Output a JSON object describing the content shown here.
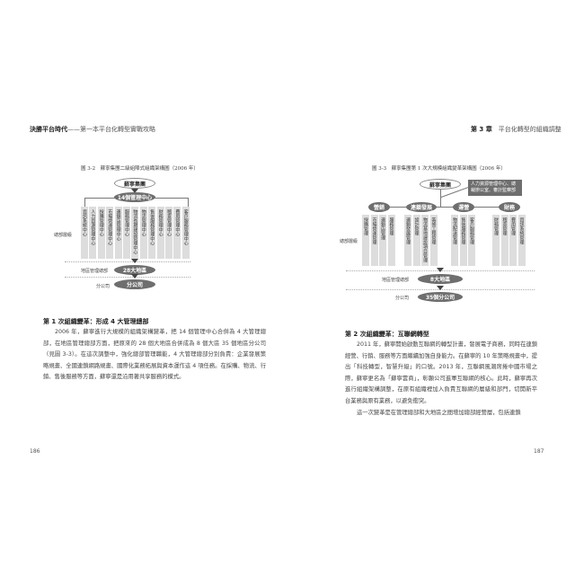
{
  "left_page": {
    "header_title": "決勝平台時代",
    "header_sub": "——第一本平台化轉型實戰攻略",
    "figure": {
      "caption": "圖 3-2　蘇寧集團二級組陣式組織架構圖（2006 年）",
      "top": "蘇寧集團",
      "center": "14個管理中心",
      "columns": [
        "資訊系統中心",
        "人力資源管理中心",
        "採購管理中心",
        "市場營運管理中心",
        "連鎖店管理中心",
        "服務管理中心",
        "物流長期建設管理中心",
        "物流管理中心",
        "售後服務管理中心",
        "財務管理中心",
        "稽查管理中心",
        "費用管理中心",
        "客戶服務管理中心"
      ],
      "level_hq": "總部層級",
      "level_region": "地區管理總部",
      "region": "28大地區",
      "level_branch": "分公司",
      "branch": "分公司"
    },
    "heading": "第 1 次組織變革：形成 4 大管理總部",
    "paragraphs": [
      "2006 年，蘇寧進行大規模的組織架構變革，把 14 個管理中心合併為 4 大管理總部，在地區管理總部方面，把原來的 28 個大地區合併成為 8 個大區 35 個地區分公司（見圖 3-3）。在這次調整中，強化總部管理職能，4 大管理總部分別負責：企業發展策略規畫、全國連鎖網路規畫、國際化業務拓展與資本運作這 4 項任務。在採購、物流、行銷、售後服務等方面，蘇寧還是沿用著共享服務的模式。"
    ],
    "page_number": "186"
  },
  "right_page": {
    "header_chapter": "第 3 章",
    "header_title": "平台化轉型的組織調整",
    "figure": {
      "caption": "圖 3-3　蘇寧集團第 1 次大規模組織變革架構圖（2006 年）",
      "top": "蘇寧集團",
      "side_box": "人力資源管理中心、總裁辦公室、審計監察部",
      "groups": [
        {
          "name": "營銷",
          "columns": [
            "採購管理",
            "市場營運管理",
            "連鎖店管理",
            "服務管理"
          ]
        },
        {
          "name": "連鎖發展",
          "columns": [
            "連鎖發展管理",
            "設計管理",
            "物流基地建設項目管理",
            "裝修工程管理"
          ]
        },
        {
          "name": "運營",
          "columns": [
            "物流配送管理",
            "售後服務管理",
            "客戶服務管理"
          ]
        },
        {
          "name": "財務",
          "columns": [
            "財務管理",
            "稽查管理",
            "費用管理",
            "資訊系統管理"
          ]
        }
      ],
      "level_hq": "總部層級",
      "level_region": "地區管理總部",
      "region": "8大地區",
      "level_branch": "分公司",
      "branch": "35個分公司"
    },
    "heading": "第 2 次組織變革：互聯網轉型",
    "paragraphs": [
      "2011 年，蘇寧開始啟動互聯網的轉型計畫，發展電子商務，同時在連鎖經營、行銷、服務等方面繼續加強自身能力。在蘇寧的 10 年策略規畫中，提出「科技轉型，智慧升級」的口號。2013 年，互聯網風潮席捲中國市場之際，蘇寧更名為「蘇寧雲商」，彰顯公司進軍互聯網的核心。此時，蘇寧再次進行組織架構調整，在原有組織裡加入負責互聯網的層級和部門，切開新平台業務與原有業務，以避免衝突。",
      "這一次變革是在管理總部和大地區之間增加總部經營層，包括連鎖"
    ],
    "page_number": "187"
  }
}
